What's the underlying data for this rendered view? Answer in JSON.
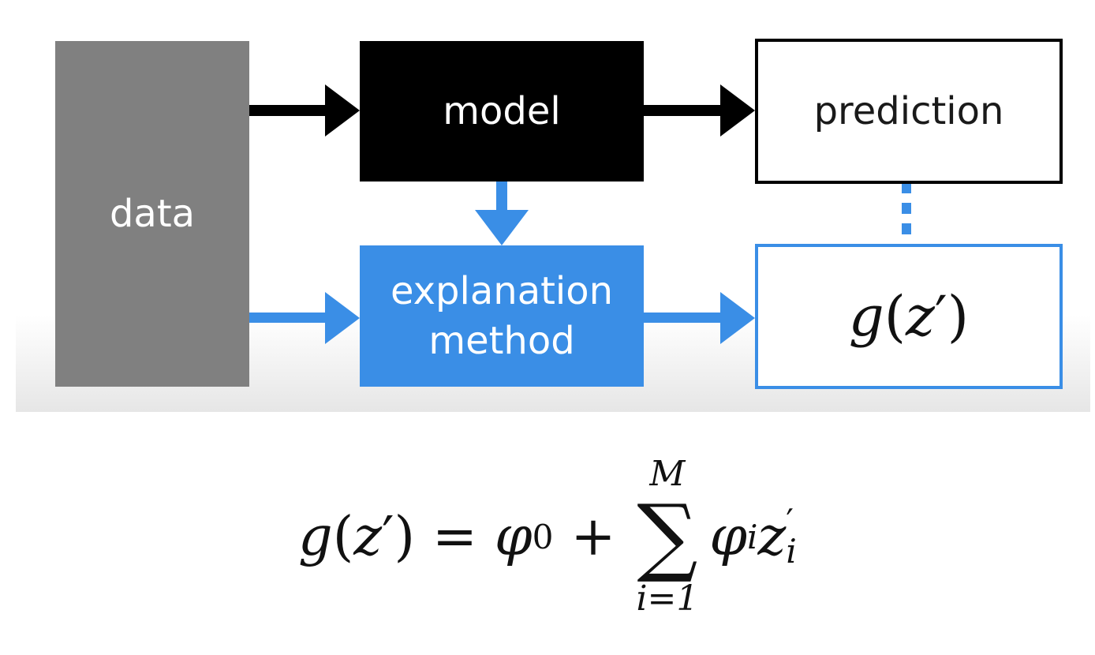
{
  "diagram": {
    "nodes": {
      "data": "data",
      "model": "model",
      "prediction": "prediction",
      "explanation_line1": "explanation",
      "explanation_line2": "method",
      "g_func": "g",
      "g_var": "z"
    },
    "colors": {
      "data_box": "#808080",
      "model_box": "#000000",
      "explanation_box": "#3a8ee6",
      "arrow_black": "#000000",
      "arrow_blue": "#3a8ee6"
    }
  },
  "formula": {
    "lhs_func": "g",
    "lhs_var": "z",
    "equals": "=",
    "phi": "φ",
    "phi0_sub": "0",
    "plus": "+",
    "sum_upper": "M",
    "sum_symbol": "∑",
    "sum_lower": "i=1",
    "term_sub": "i",
    "term_var": "z"
  }
}
